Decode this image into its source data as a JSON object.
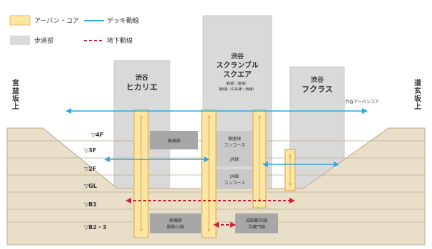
{
  "legend": {
    "urban_core": "アーバン・コア",
    "deck": "デッキ動線",
    "existing": "歩道部",
    "underground": "地下動線"
  },
  "colors": {
    "core_fill": "#fbe6a2",
    "core_stroke": "#e4b96a",
    "building": "#d9d9d9",
    "terrain": "#e9dfc9",
    "terrain_line": "#b9ab8c",
    "deck": "#35a7d6",
    "underground": "#d0202f",
    "box": "#a7a7a7"
  },
  "sides": {
    "left": "宮益坂上",
    "right": "道玄坂上"
  },
  "buildings": {
    "hikarie": "渋谷 ヒカリエ",
    "scramble": "渋谷 スクランブル スクエア",
    "scramble_sub1": "第Ⅰ期（東棟）",
    "scramble_sub2": "第Ⅱ期（中央棟・西棟）",
    "fukuras": "渋谷 フクラス"
  },
  "levels": [
    "▽4F",
    "▽3F",
    "▽2F",
    "▽GL",
    "▽B1",
    "▽B2・3"
  ],
  "facilities": {
    "link": "渋谷アーバンコア",
    "box_3f": "東横線",
    "box_3f_b": "銀座線 コンコース",
    "box_2f": "JR線",
    "box_gl": "JR線 コンコース",
    "box_b2_left": "東横線 副都心線",
    "box_b2_right": "田園都市線 半蔵門線"
  }
}
